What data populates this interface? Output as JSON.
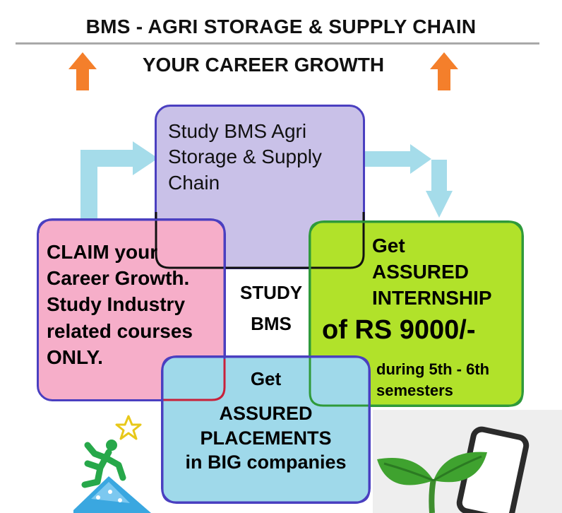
{
  "header": {
    "title": "BMS - AGRI STORAGE & SUPPLY CHAIN",
    "subtitle": "YOUR CAREER GROWTH"
  },
  "boxes": {
    "study": "Study BMS Agri Storage & Supply Chain",
    "claim": "CLAIM your Career Growth. Study Industry related courses ONLY.",
    "center_line1": "STUDY",
    "center_line2": "BMS",
    "internship_line1": "Get",
    "internship_line2": "ASSURED",
    "internship_line3": "INTERNSHIP",
    "internship_amount": "of RS 9000/-",
    "internship_period_1": "during 5th - 6th",
    "internship_period_2": "semesters",
    "placement_line1": "Get",
    "placement_line2": "ASSURED",
    "placement_line3": "PLACEMENTS",
    "placement_line4": "in BIG companies"
  },
  "colors": {
    "study_box": "#c9c1e8",
    "claim_box": "#f6aec9",
    "internship_box": "#b1e22a",
    "placement_box": "#9fd9ea",
    "arrow_orange": "#f47f2b",
    "arrow_cyan": "#a5dcea"
  },
  "icons": [
    "up-arrow-icon",
    "flow-arrow-icon",
    "runner-icon",
    "star-icon",
    "phone-icon",
    "sprout-icon"
  ]
}
